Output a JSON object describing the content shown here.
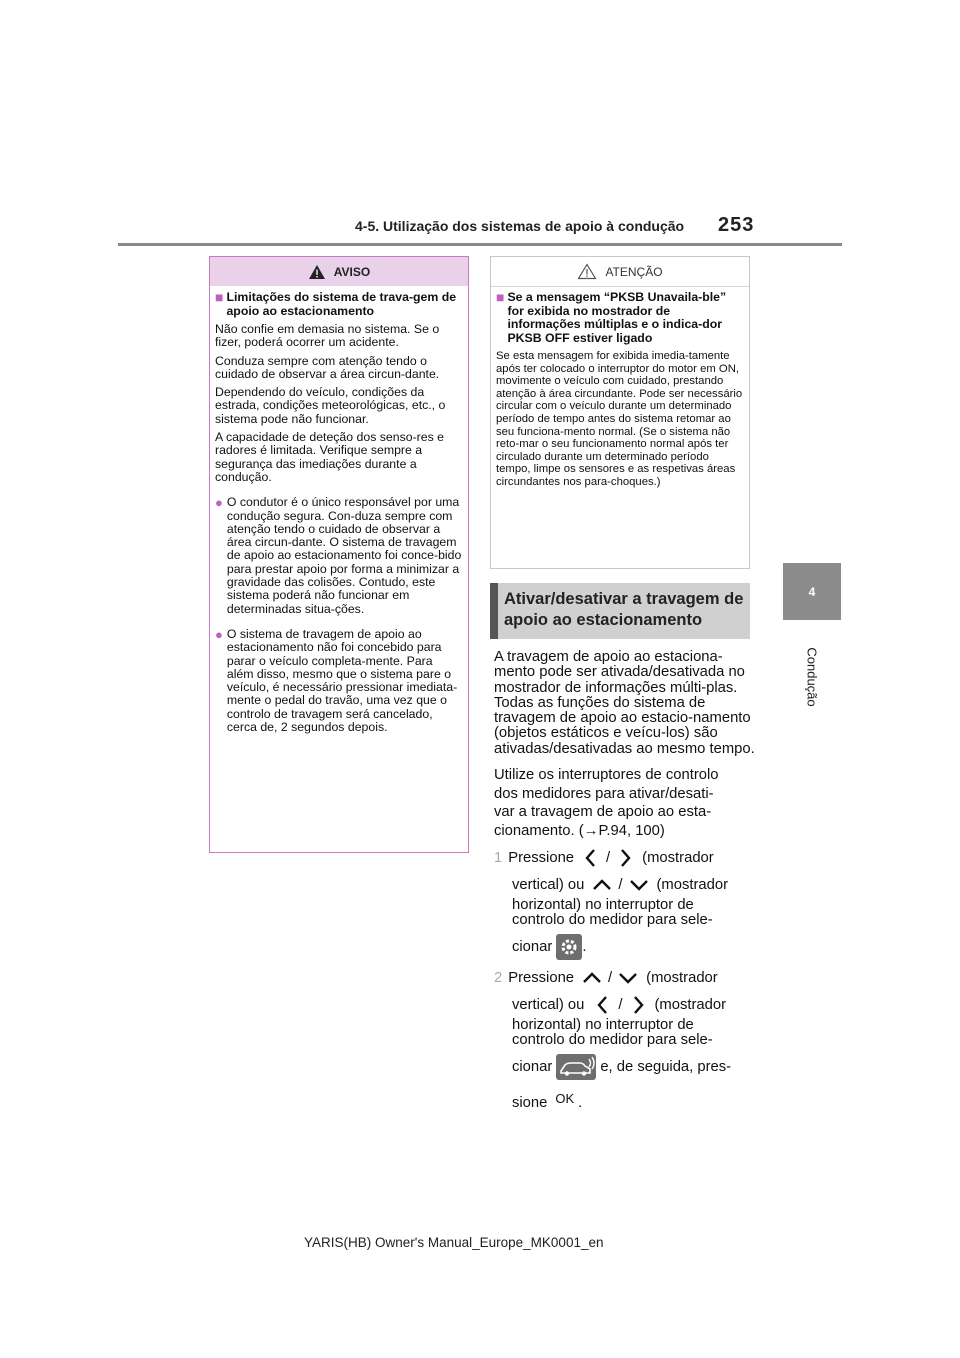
{
  "header": {
    "section_title": "4-5. Utilização dos sistemas de apoio à condução",
    "page_number": "253"
  },
  "side_tab": {
    "number": "4",
    "label": "Condução"
  },
  "warning": {
    "title": "AVISO",
    "subheading": "Limitações do sistema de trava-gem de apoio ao estacionamento",
    "paragraphs": [
      "Não confie em demasia no sistema. Se o fizer, poderá ocorrer um acidente.",
      "Conduza sempre com atenção tendo o cuidado de observar a área circun-dante.",
      "Dependendo do veículo, condições da estrada, condições meteorológicas, etc., o sistema pode não funcionar.",
      "A capacidade de deteção dos senso-res e radores é limitada. Verifique sempre a segurança das imediações durante a condução."
    ],
    "bullets": [
      "O condutor é o único responsável por uma condução segura. Con-duza sempre com atenção tendo o cuidado de observar a área circun-dante. O sistema de travagem de apoio ao estacionamento foi conce-bido para prestar apoio por forma a minimizar a gravidade das colisões. Contudo, este sistema poderá não funcionar em determinadas situa-ções.",
      "O sistema de travagem de apoio ao estacionamento não foi concebido para parar o veículo completa-mente. Para além disso, mesmo que o sistema pare o veículo, é necessário pressionar imediata-mente o pedal do travão, uma vez que o controlo de travagem será cancelado, cerca de, 2 segundos depois."
    ]
  },
  "caution": {
    "title": "ATENÇÃO",
    "subheading": "Se a mensagem “PKSB Unavaila-ble” for exibida no mostrador de informações múltiplas e o indica-dor PKSB OFF estiver ligado",
    "text": "Se esta mensagem for exibida imedia-tamente após ter colocado o interruptor do motor em ON, movimente o veículo com cuidado, prestando atenção à área circundante. Pode ser necessário circular com o veículo durante um determinado período de tempo antes do sistema retomar ao seu funciona-mento normal. (Se o sistema não reto-mar o seu funcionamento normal após ter circulado durante um determinado período tempo, limpe os sensores e as respetivas áreas circundantes nos para-choques.)"
  },
  "section_heading": "Ativar/desativar a travagem de apoio ao estacionamento",
  "body": {
    "paragraph1": "A travagem de apoio ao estaciona-mento pode ser ativada/desativada no mostrador de informações múlti-plas. Todas as funções do sistema de travagem de apoio ao estacio-namento (objetos estáticos e veícu-los) são ativadas/desativadas ao mesmo tempo.",
    "paragraph2_lines": [
      "Utilize os interruptores de controlo",
      "dos medidores para ativar/desati-",
      "var a travagem de apoio ao esta-",
      "cionamento. (→P.94, 100)"
    ]
  },
  "steps": [
    {
      "number": "1",
      "pressione": "Pressione",
      "slash1": "/",
      "t1": "(mostrador",
      "vertical_ou": "vertical) ou",
      "slash2": "/",
      "t2": "(mostrador",
      "t3": "horizontal) no interruptor de",
      "t4": "controlo do medidor para sele-",
      "cionar": "cionar",
      "end": "."
    },
    {
      "number": "2",
      "pressione": "Pressione",
      "slash1": "/",
      "t1": "(mostrador",
      "vertical_ou": "vertical) ou",
      "slash2": "/",
      "t2": "(mostrador",
      "t3": "horizontal) no interruptor de",
      "t4": "controlo do medidor para sele-",
      "cionar": "cionar",
      "after_icon": "e, de seguida, pres-",
      "sione": "sione",
      "ok": "OK",
      "end": "."
    }
  ],
  "footer": "YARIS(HB) Owner's Manual_Europe_MK0001_en"
}
